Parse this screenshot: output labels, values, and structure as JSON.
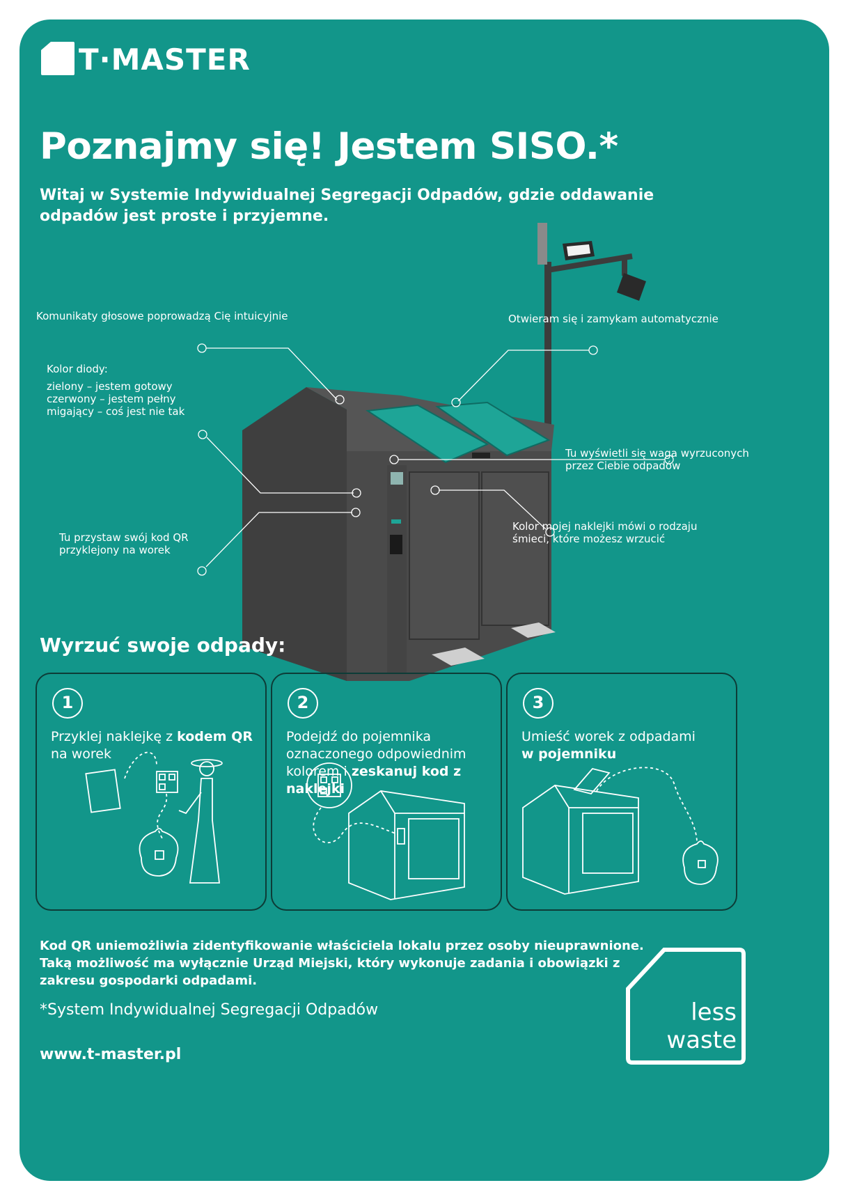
{
  "brand": {
    "name": "T·MASTER",
    "logo_icon": "house-logo-icon"
  },
  "headline": "Poznajmy się! Jestem SISO.*",
  "subtitle": "Witaj w Systemie Indywidualnej Segregacji Odpadów, gdzie oddawanie odpadów jest proste i przyjemne.",
  "callouts": {
    "voice": "Komunikaty głosowe poprowadzą Cię intuicyjnie",
    "auto_open": "Otwieram się i zamykam automatycznie",
    "diode_title": "Kolor diody:",
    "diode_green": "zielony – jestem gotowy",
    "diode_red": "czerwony – jestem pełny",
    "diode_blink": "migający – coś jest nie tak",
    "weight_1": "Tu wyświetli się waga wyrzuconych",
    "weight_2": "przez Ciebie odpadów",
    "sticker_1": "Kolor mojej naklejki mówi o rodzaju",
    "sticker_2": "śmieci, które możesz wrzucić",
    "qr_1": "Tu przystaw swój kod QR",
    "qr_2": "przyklejony na worek"
  },
  "steps_title": "Wyrzuć swoje odpady:",
  "steps": [
    {
      "number": "1",
      "text_a": "Przyklej naklejkę z ",
      "bold_a": "kodem QR",
      "text_b": "na worek",
      "bold_b": ""
    },
    {
      "number": "2",
      "text_a": "Podejdź do pojemnika oznaczonego odpowiednim kolorem i ",
      "bold_a": "zeskanuj kod z naklejki",
      "text_b": "",
      "bold_b": ""
    },
    {
      "number": "3",
      "text_a": "Umieść worek z odpadami",
      "bold_a": "",
      "text_b": "",
      "bold_b": "w pojemniku"
    }
  ],
  "note": "Kod QR uniemożliwia zidentyfikowanie właściciela lokalu przez osoby nieuprawnione. Taką możliwość ma wyłącznie Urząd Miejski, który wykonuje zadania i obowiązki z zakresu gospodarki odpadami.",
  "footnote": "*System Indywidualnej Segregacji Odpadów",
  "url": "www.t-master.pl",
  "badge": {
    "line1": "less",
    "line2": "waste"
  },
  "colors": {
    "background": "#12968a",
    "container_body": "#4a4a4a",
    "lid": "#1ea597",
    "outline": "#0d3c37"
  }
}
